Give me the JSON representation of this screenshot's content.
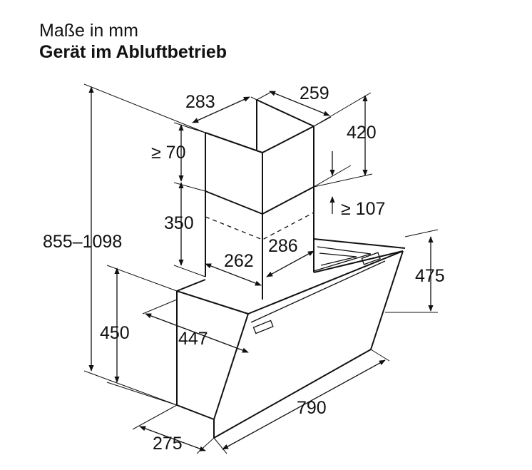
{
  "title": "Maße in mm",
  "subtitle": "Gerät im Abluftbetrieb",
  "dimensions": {
    "chimney_depth": "283",
    "chimney_width": "259",
    "upper_duct_height": "420",
    "min_clearance_top": "≥ 70",
    "min_clearance_107": "≥ 107",
    "lower_duct_height": "350",
    "total_height": "855–1098",
    "inner_width": "262",
    "inner_depth": "286",
    "hood_depth_top": "475",
    "hood_height": "450",
    "hood_depth": "447",
    "hood_width": "790",
    "bottom_depth": "275"
  }
}
